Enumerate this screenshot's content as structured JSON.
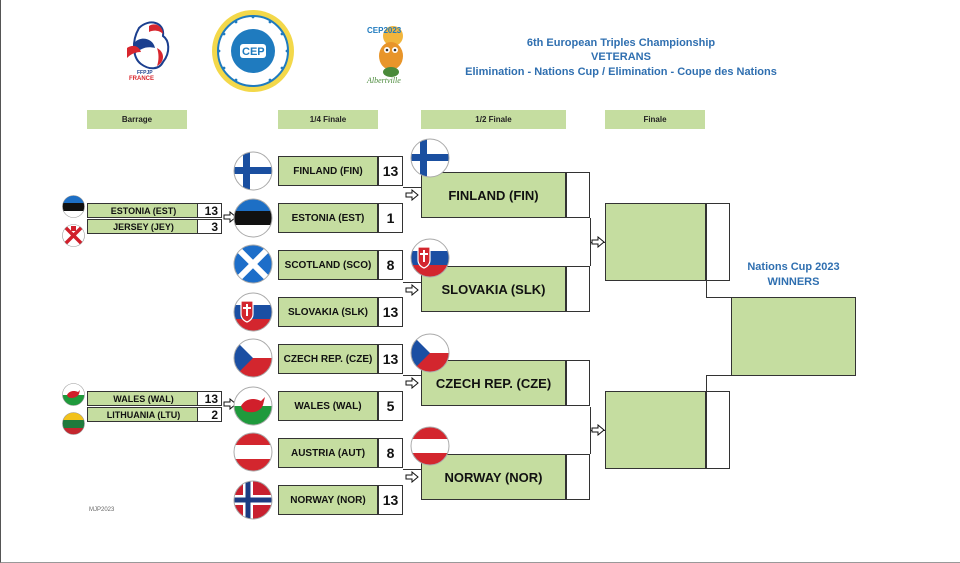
{
  "header": {
    "title_line1": "6th European Triples Championship",
    "title_line2": "VETERANS",
    "title_line3": "Elimination - Nations Cup / Elimination - Coupe des Nations"
  },
  "logos": {
    "ffpjp": "FFPJP",
    "france": "FRANCE",
    "cep_text": "CEP",
    "cep2023": "CEP2023",
    "albertville": "Albertville"
  },
  "columns": {
    "barrage": "Barrage",
    "quarter": "1/4 Finale",
    "semi": "1/2 Finale",
    "final": "Finale"
  },
  "barrage": [
    {
      "team": "ESTONIA (EST)",
      "score": "13"
    },
    {
      "team": "JERSEY (JEY)",
      "score": "3"
    },
    {
      "team": "WALES (WAL)",
      "score": "13"
    },
    {
      "team": "LITHUANIA (LTU)",
      "score": "2"
    }
  ],
  "quarter": [
    {
      "team": "FINLAND (FIN)",
      "score": "13"
    },
    {
      "team": "ESTONIA (EST)",
      "score": "1"
    },
    {
      "team": "SCOTLAND (SCO)",
      "score": "8"
    },
    {
      "team": "SLOVAKIA (SLK)",
      "score": "13"
    },
    {
      "team": "CZECH REP. (CZE)",
      "score": "13"
    },
    {
      "team": "WALES (WAL)",
      "score": "5"
    },
    {
      "team": "AUSTRIA (AUT)",
      "score": "8"
    },
    {
      "team": "NORWAY (NOR)",
      "score": "13"
    }
  ],
  "semi": [
    {
      "team": "FINLAND (FIN)"
    },
    {
      "team": "SLOVAKIA (SLK)"
    },
    {
      "team": "CZECH REP. (CZE)"
    },
    {
      "team": "NORWAY (NOR)"
    }
  ],
  "winners": {
    "line1": "Nations Cup 2023",
    "line2": "WINNERS"
  },
  "footer": {
    "code": "MJP2023"
  },
  "flags": [
    "estonia-flag",
    "jersey-flag",
    "wales-flag",
    "lithuania-flag",
    "finland-flag",
    "scotland-flag",
    "slovakia-flag",
    "czech-flag",
    "austria-flag",
    "norway-flag"
  ]
}
